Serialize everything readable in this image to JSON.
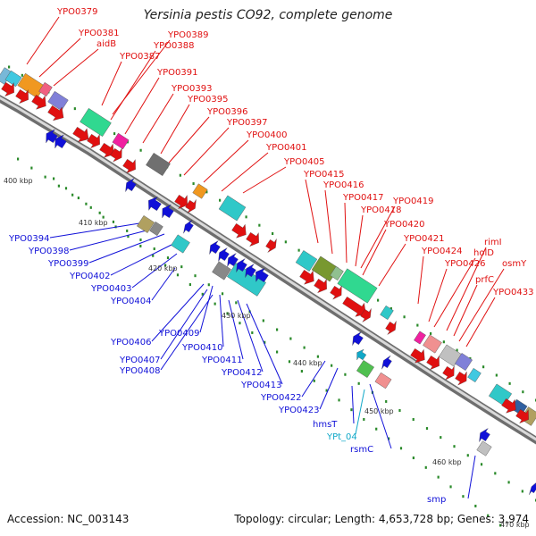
{
  "title": "Yersinia pestis CO92, complete genome",
  "footer": {
    "accession": "Accession: NC_003143",
    "summary": "Topology: circular; Length: 4,653,728 bp; Genes: 3,974"
  },
  "colors": {
    "forward": "#e01010",
    "reverse": "#1010d8",
    "rna": "#10a8c8",
    "tick": "#2a8a2a",
    "backbone": "#9a9a9a"
  },
  "kbp_labels": [
    "400 kbp",
    "410 kbp",
    "420 kbp",
    "430 kbp",
    "440 kbp",
    "450 kbp",
    "460 kbp",
    "470 kbp"
  ],
  "forward_labels": [
    "YPO0379",
    "YPO0381",
    "aidB",
    "YPO0387",
    "YPO0388",
    "YPO0389",
    "YPO0391",
    "YPO0393",
    "YPO0395",
    "YPO0396",
    "YPO0397",
    "YPO0400",
    "YPO0401",
    "YPO0405",
    "YPO0415",
    "YPO0416",
    "YPO0417",
    "YPO0418",
    "YPO0419",
    "YPO0420",
    "YPO0421",
    "YPO0424",
    "YPO0426",
    "holD",
    "rimI",
    "prfC",
    "osmY",
    "YPO0433"
  ],
  "reverse_labels": [
    "YPO0394",
    "YPO0398",
    "YPO0399",
    "YPO0402",
    "YPO0403",
    "YPO0404",
    "YPO0406",
    "YPO0407",
    "YPO0408",
    "YPO0409",
    "YPO0410",
    "YPO0411",
    "YPO0412",
    "YPO0413",
    "YPO0422",
    "YPO0423",
    "hmsT",
    "rsmC",
    "smp"
  ],
  "rna_labels": [
    "YPt_04"
  ]
}
